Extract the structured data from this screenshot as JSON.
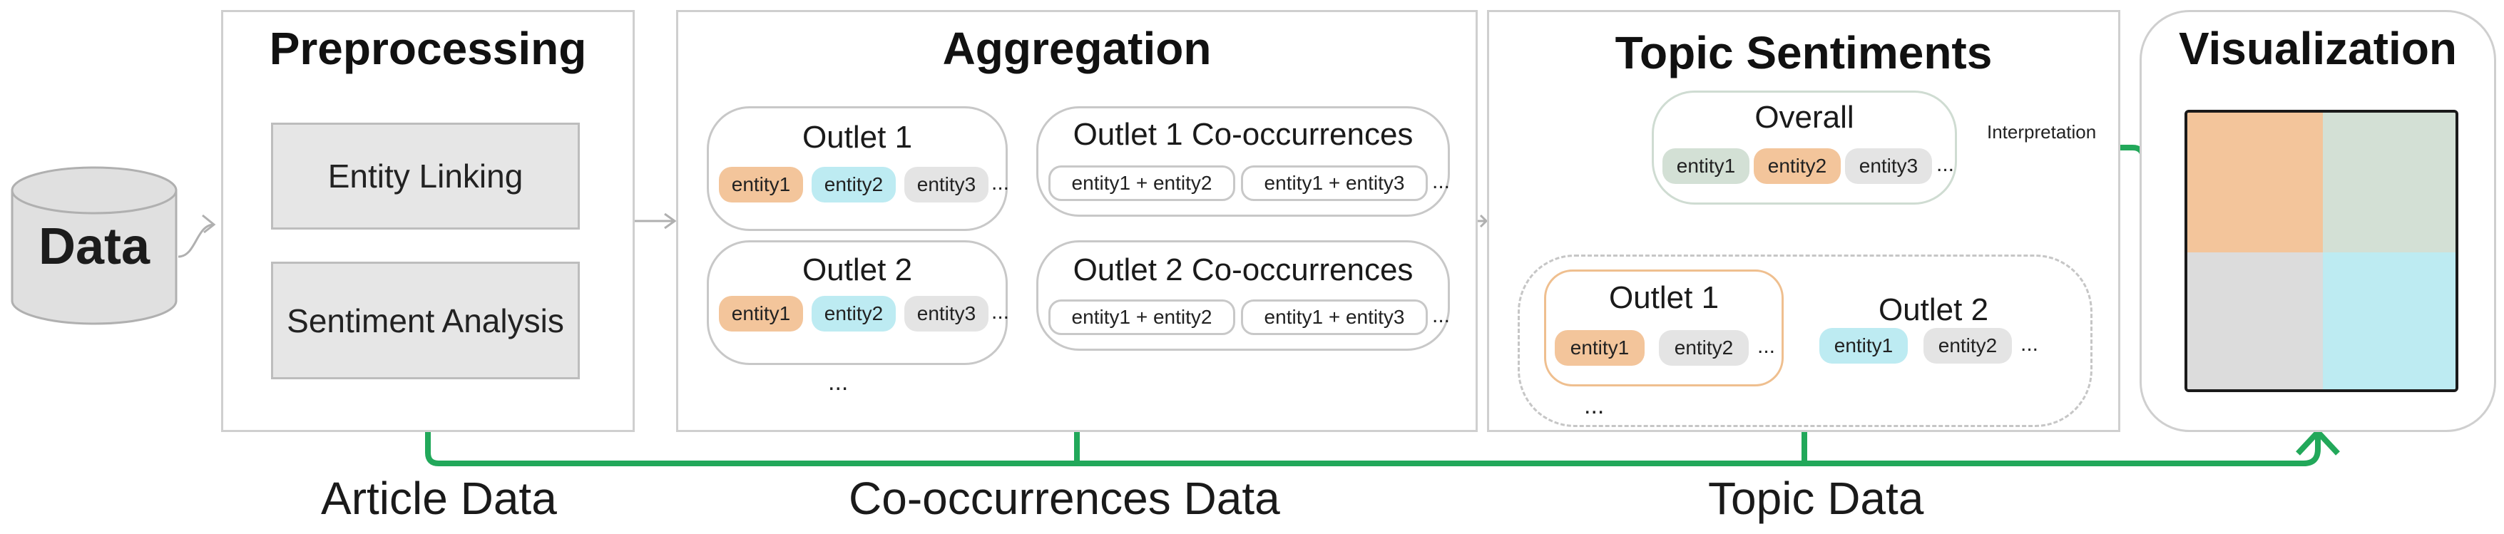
{
  "data_node": {
    "label": "Data"
  },
  "panels": {
    "preprocessing": {
      "title": "Preprocessing",
      "steps": [
        "Entity Linking",
        "Sentiment Analysis"
      ]
    },
    "aggregation": {
      "title": "Aggregation",
      "outlet1": {
        "title": "Outlet 1",
        "entities": [
          "entity1",
          "entity2",
          "entity3"
        ]
      },
      "outlet2": {
        "title": "Outlet 2",
        "entities": [
          "entity1",
          "entity2",
          "entity3"
        ]
      },
      "cooc1": {
        "title": "Outlet 1 Co-occurrences",
        "pairs": [
          "entity1 + entity2",
          "entity1 + entity3"
        ]
      },
      "cooc2": {
        "title": "Outlet 2 Co-occurrences",
        "pairs": [
          "entity1 + entity2",
          "entity1 + entity3"
        ]
      }
    },
    "topic": {
      "title": "Topic Sentiments",
      "overall": {
        "title": "Overall",
        "entities": [
          "entity1",
          "entity2",
          "entity3"
        ]
      },
      "outlet1": {
        "title": "Outlet 1",
        "entities": [
          "entity1",
          "entity2"
        ]
      },
      "outlet2": {
        "title": "Outlet 2",
        "entities": [
          "entity1",
          "entity2"
        ]
      }
    },
    "visualization": {
      "title": "Visualization"
    }
  },
  "ellipsis": "...",
  "interpretation_label": "Interpretation",
  "bottom_labels": [
    "Article Data",
    "Co-occurrences Data",
    "Topic Data"
  ],
  "colors": {
    "flow_green": "#22a85a",
    "orange": "#f3c59b",
    "cyan": "#bdebf2",
    "grey": "#e4e4e4",
    "sage": "#d3e0d5"
  }
}
